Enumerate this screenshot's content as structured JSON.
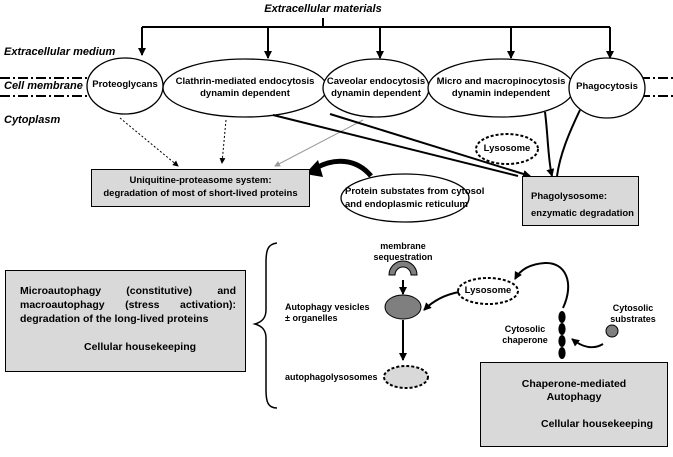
{
  "labels": {
    "extracellular_materials": "Extracellular materials",
    "extracellular_medium": "Extracellular medium",
    "cell_membrane": "Cell membrane",
    "cytoplasm": "Cytoplasm"
  },
  "pathways": {
    "proteoglycans": "Proteoglycans",
    "clathrin_l1": "Clathrin-mediated endocytosis",
    "clathrin_l2": "dynamin dependent",
    "caveolar_l1": "Caveolar endocytosis",
    "caveolar_l2": "dynamin dependent",
    "micro_l1": "Micro and macropinocytosis",
    "micro_l2": "dynamin independent",
    "phagocytosis": "Phagocytosis"
  },
  "nodes": {
    "lysosome_top": "Lysosome",
    "ups_l1": "Uniquitine-proteasome system:",
    "ups_l2": "degradation of most of short-lived proteins",
    "substrates_l1": "Protein substates from cytosol",
    "substrates_l2": "and endoplasmic reticulum",
    "phagolysosome_l1": "Phagolysosome:",
    "phagolysosome_l2": "enzymatic degradation",
    "membrane_seq_l1": "membrane",
    "membrane_seq_l2": "sequestration",
    "lysosome_bottom": "Lysosome",
    "autophagy_vesicles_l1": "Autophagy vesicles",
    "autophagy_vesicles_l2": "± organelles",
    "autophagolysosomes": "autophagolysosomes",
    "cytosolic_chaperone_l1": "Cytosolic",
    "cytosolic_chaperone_l2": "chaperone",
    "cytosolic_substrates_l1": "Cytosolic",
    "cytosolic_substrates_l2": "substrates"
  },
  "micro_box": {
    "text": "Microautophagy (constitutive) and macroautophagy (stress activation): degradation of the long-lived proteins",
    "housekeeping": "Cellular housekeeping"
  },
  "cma_box": {
    "title_l1": "Chaperone-mediated",
    "title_l2": "Autophagy",
    "housekeeping": "Cellular housekeeping"
  },
  "colors": {
    "box_fill": "#d9d9d9",
    "dark_shape": "#7f7f7f",
    "line": "#000000"
  }
}
